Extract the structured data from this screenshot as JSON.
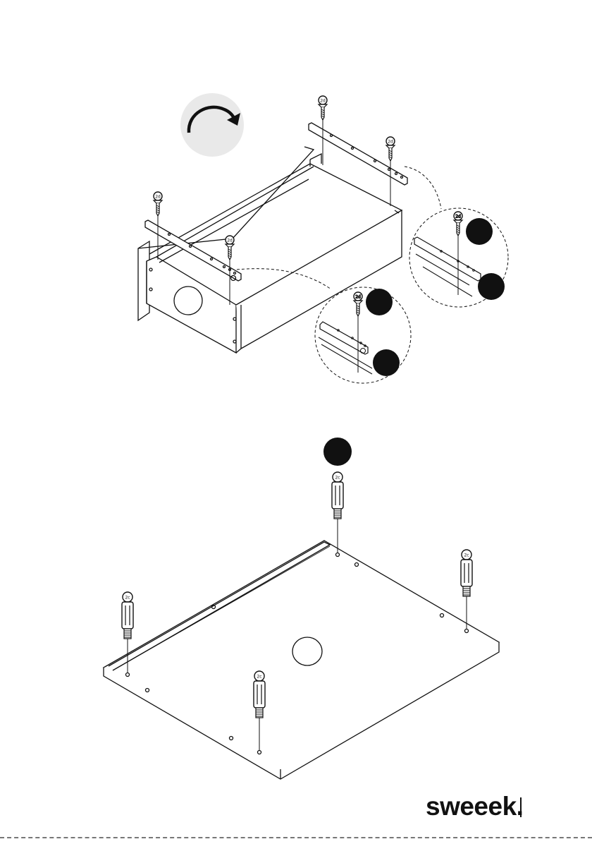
{
  "brand": {
    "logo_text": "sweeek."
  },
  "steps": [
    {
      "rotate_icon": "rotate-clockwise-icon",
      "callouts": 4,
      "part_labels": [
        "2d",
        "2d",
        "2d",
        "2d",
        "2d",
        "2d"
      ]
    },
    {
      "callouts": 1,
      "part_labels": [
        "2c",
        "2c",
        "2c",
        "2c"
      ]
    }
  ]
}
